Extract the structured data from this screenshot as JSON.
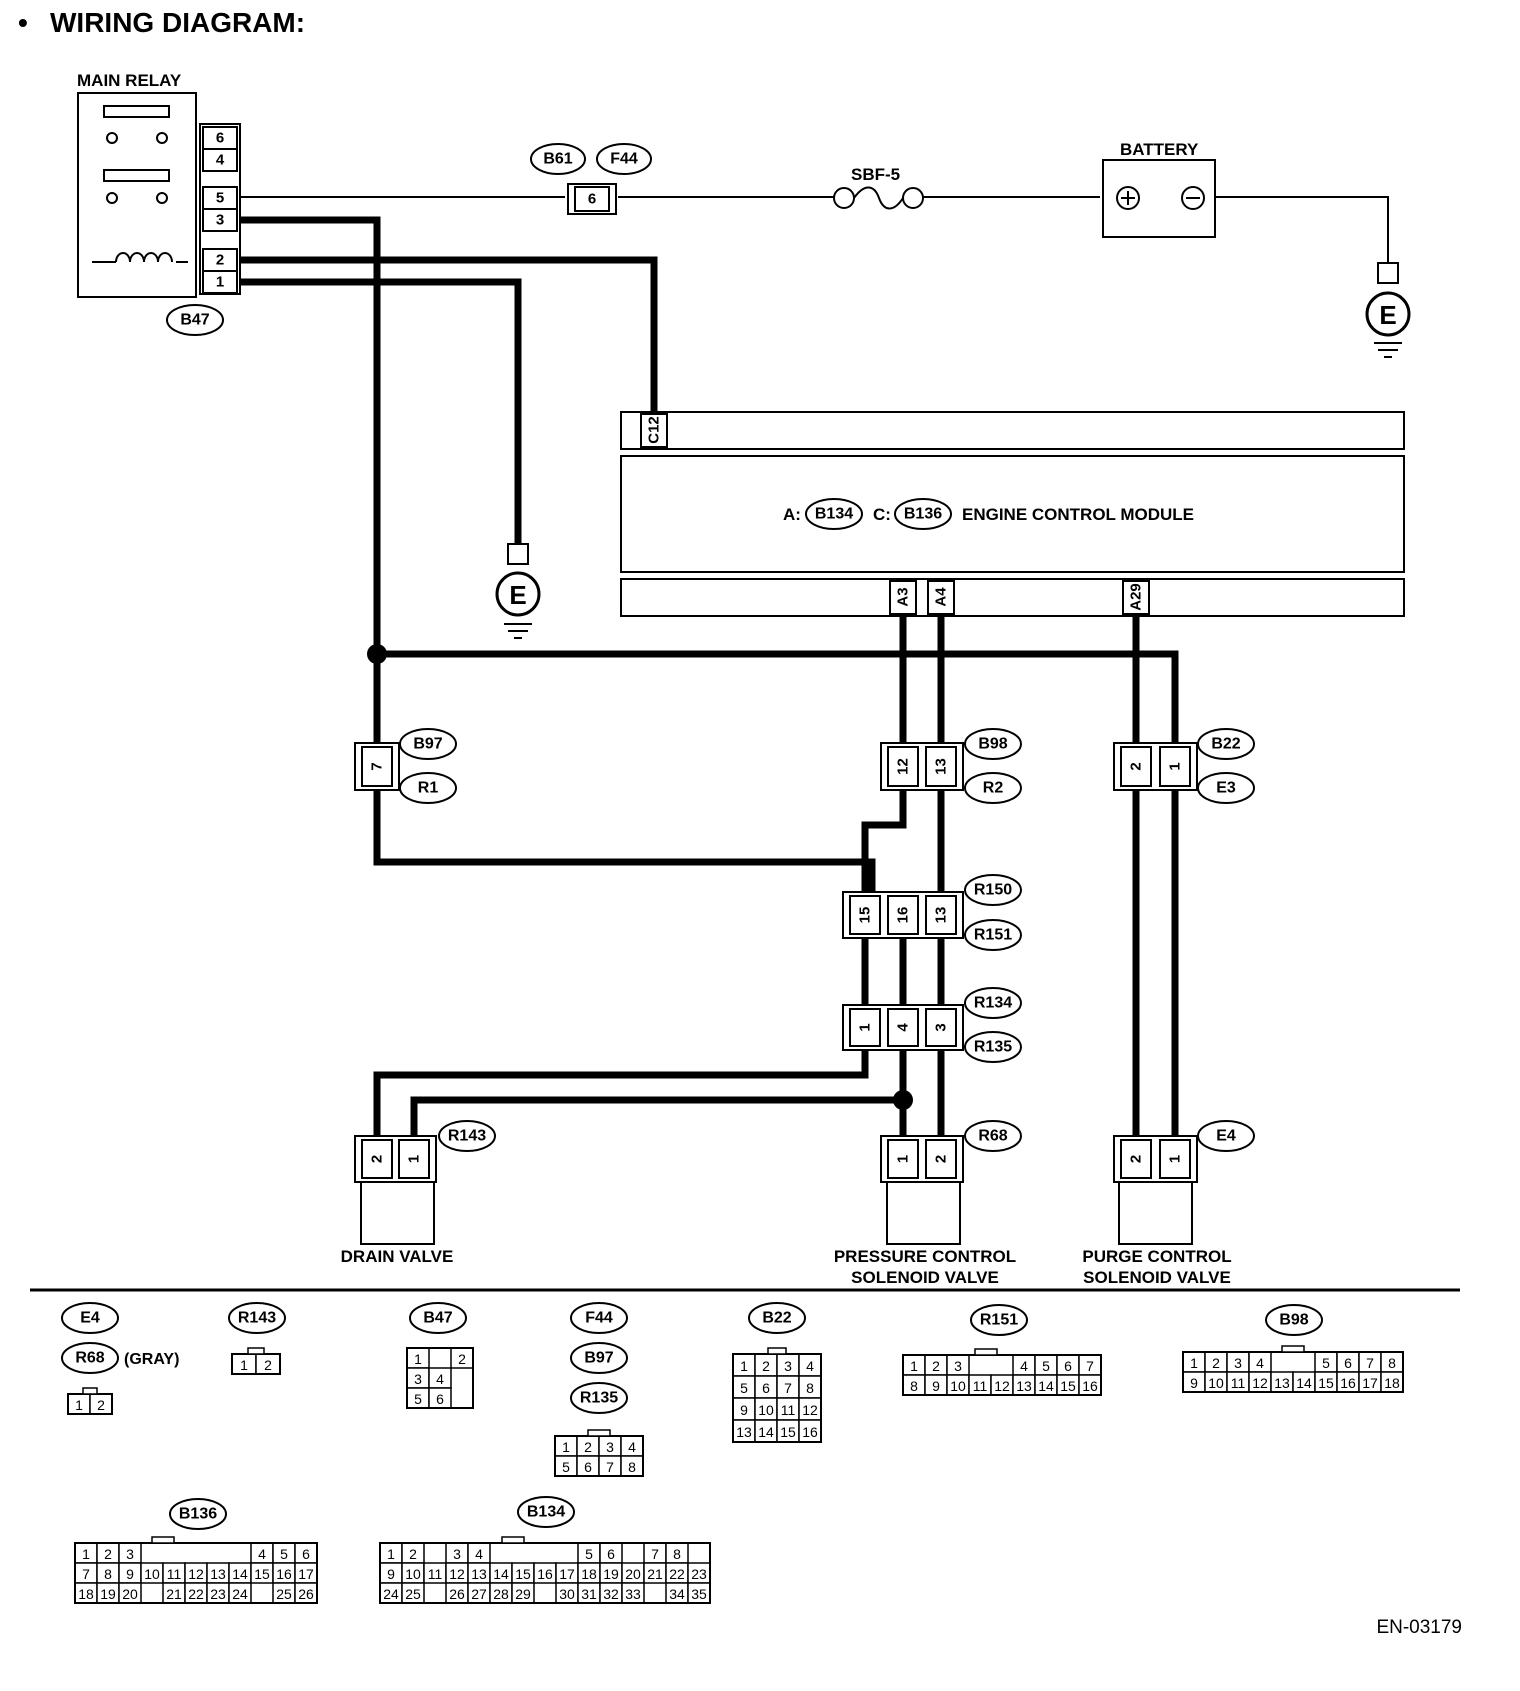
{
  "header": {
    "bullet": "•",
    "title": "WIRING DIAGRAM:"
  },
  "main_relay": {
    "title": "MAIN RELAY",
    "connector": "B47",
    "pins": [
      "6",
      "4",
      "5",
      "3",
      "2",
      "1"
    ]
  },
  "fuse_connector": {
    "ids": [
      "B61",
      "F44"
    ],
    "pin": "6"
  },
  "fuse": {
    "label": "SBF-5"
  },
  "battery": {
    "label": "BATTERY"
  },
  "ground": {
    "symbol": "E"
  },
  "ecm": {
    "label": "ENGINE CONTROL MODULE",
    "prefix_a": "A:",
    "conn_a": "B134",
    "prefix_c": "C:",
    "conn_c": "B136",
    "top_pins": [
      "C12"
    ],
    "bottom_pins": [
      "A3",
      "A4",
      "A29"
    ]
  },
  "connectors": {
    "b97_r1": {
      "ids": [
        "B97",
        "R1"
      ],
      "pins": [
        "7"
      ]
    },
    "b98_r2": {
      "ids": [
        "B98",
        "R2"
      ],
      "pins": [
        "12",
        "13"
      ]
    },
    "b22_e3": {
      "ids": [
        "B22",
        "E3"
      ],
      "pins": [
        "2",
        "1"
      ]
    },
    "r150_r151": {
      "ids": [
        "R150",
        "R151"
      ],
      "pins": [
        "15",
        "16",
        "13"
      ]
    },
    "r134_r135": {
      "ids": [
        "R134",
        "R135"
      ],
      "pins": [
        "1",
        "4",
        "3"
      ]
    },
    "r143": {
      "id": "R143",
      "pins": [
        "2",
        "1"
      ]
    },
    "r68": {
      "id": "R68",
      "pins": [
        "1",
        "2"
      ]
    },
    "e4": {
      "id": "E4",
      "pins": [
        "2",
        "1"
      ]
    }
  },
  "components": {
    "drain_valve": "DRAIN VALVE",
    "pressure_valve": [
      "PRESSURE CONTROL",
      "SOLENOID VALVE"
    ],
    "purge_valve": [
      "PURGE CONTROL",
      "SOLENOID VALVE"
    ]
  },
  "legend": {
    "e4_r68": {
      "ids": [
        "E4",
        "R68"
      ],
      "note": "(GRAY)",
      "rows": [
        [
          "1",
          "2"
        ]
      ]
    },
    "r143": {
      "id": "R143",
      "rows": [
        [
          "1",
          "2"
        ]
      ]
    },
    "b47": {
      "id": "B47",
      "rows": [
        [
          "1",
          "",
          "2"
        ],
        [
          "3",
          "4"
        ],
        [
          "5",
          "6"
        ]
      ]
    },
    "f44_b97_r135": {
      "ids": [
        "F44",
        "B97",
        "R135"
      ],
      "rows": [
        [
          "1",
          "2",
          "3",
          "4"
        ],
        [
          "5",
          "6",
          "7",
          "8"
        ]
      ]
    },
    "b22": {
      "id": "B22",
      "rows": [
        [
          "1",
          "2",
          "3",
          "4"
        ],
        [
          "5",
          "6",
          "7",
          "8"
        ],
        [
          "9",
          "10",
          "11",
          "12"
        ],
        [
          "13",
          "14",
          "15",
          "16"
        ]
      ]
    },
    "r151": {
      "id": "R151",
      "rows": [
        [
          "1",
          "2",
          "3",
          "",
          "",
          "4",
          "5",
          "6",
          "7"
        ],
        [
          "8",
          "9",
          "10",
          "11",
          "12",
          "13",
          "14",
          "15",
          "16"
        ]
      ]
    },
    "b98": {
      "id": "B98",
      "rows": [
        [
          "1",
          "2",
          "3",
          "4",
          "",
          "",
          "5",
          "6",
          "7",
          "8"
        ],
        [
          "9",
          "10",
          "11",
          "12",
          "13",
          "14",
          "15",
          "16",
          "17",
          "18"
        ]
      ]
    },
    "b136": {
      "id": "B136",
      "rows": [
        [
          "1",
          "2",
          "3",
          "",
          "",
          "",
          "",
          "",
          "4",
          "5",
          "6"
        ],
        [
          "7",
          "8",
          "9",
          "10",
          "11",
          "12",
          "13",
          "14",
          "15",
          "16",
          "17"
        ],
        [
          "18",
          "19",
          "20",
          "",
          "21",
          "22",
          "23",
          "24",
          "",
          "25",
          "26"
        ]
      ]
    },
    "b134": {
      "id": "B134",
      "rows": [
        [
          "1",
          "2",
          "",
          "3",
          "4",
          "",
          "",
          "",
          "",
          "5",
          "6",
          "",
          "7",
          "8"
        ],
        [
          "9",
          "10",
          "11",
          "12",
          "13",
          "14",
          "15",
          "16",
          "17",
          "18",
          "19",
          "20",
          "21",
          "22",
          "23"
        ],
        [
          "24",
          "25",
          "",
          "26",
          "27",
          "28",
          "29",
          "",
          "30",
          "31",
          "32",
          "33",
          "",
          "34",
          "35"
        ]
      ]
    }
  },
  "figure_id": "EN-03179"
}
